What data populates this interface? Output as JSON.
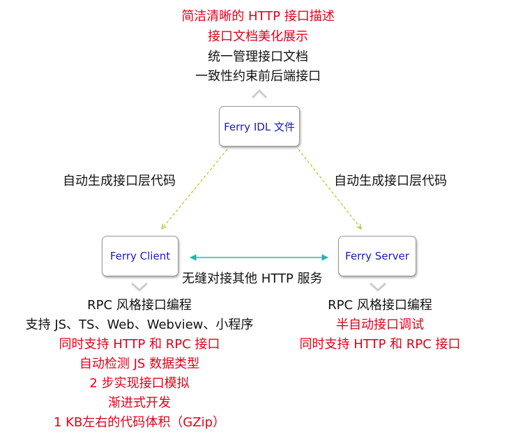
{
  "top_notes": [
    {
      "text": "简洁清晰的 HTTP 接口描述",
      "color": "#e2001a"
    },
    {
      "text": "接口文档美化展示",
      "color": "#e2001a"
    },
    {
      "text": "统一管理接口文档",
      "color": "#111111"
    },
    {
      "text": "一致性约束前后端接口",
      "color": "#111111"
    }
  ],
  "nodes": {
    "idl": "Ferry IDL 文件",
    "client": "Ferry Client",
    "server": "Ferry Server"
  },
  "edges": {
    "left_label": "自动生成接口层代码",
    "right_label": "自动生成接口层代码",
    "middle_label": "无缝对接其他 HTTP 服务"
  },
  "client_notes": [
    {
      "text": "RPC 风格接口编程",
      "color": "#111111"
    },
    {
      "text": "支持 JS、TS、Web、Webview、小程序",
      "color": "#111111"
    },
    {
      "text": "同时支持 HTTP 和 RPC 接口",
      "color": "#e2001a"
    },
    {
      "text": "自动检测 JS 数据类型",
      "color": "#e2001a"
    },
    {
      "text": "2 步实现接口模拟",
      "color": "#e2001a"
    },
    {
      "text": "渐进式开发",
      "color": "#e2001a"
    },
    {
      "text": "1 KB左右的代码体积（GZip）",
      "color": "#e2001a"
    }
  ],
  "server_notes": [
    {
      "text": "RPC 风格接口编程",
      "color": "#111111"
    },
    {
      "text": "半自动接口调试",
      "color": "#e2001a"
    },
    {
      "text": "同时支持 HTTP 和 RPC 接口",
      "color": "#e2001a"
    }
  ],
  "colors": {
    "dashed_arrow": "#b5c22a",
    "double_arrow": "#1fb5b5",
    "chevron": "#cccccc",
    "node_text": "#1a1ab8"
  }
}
